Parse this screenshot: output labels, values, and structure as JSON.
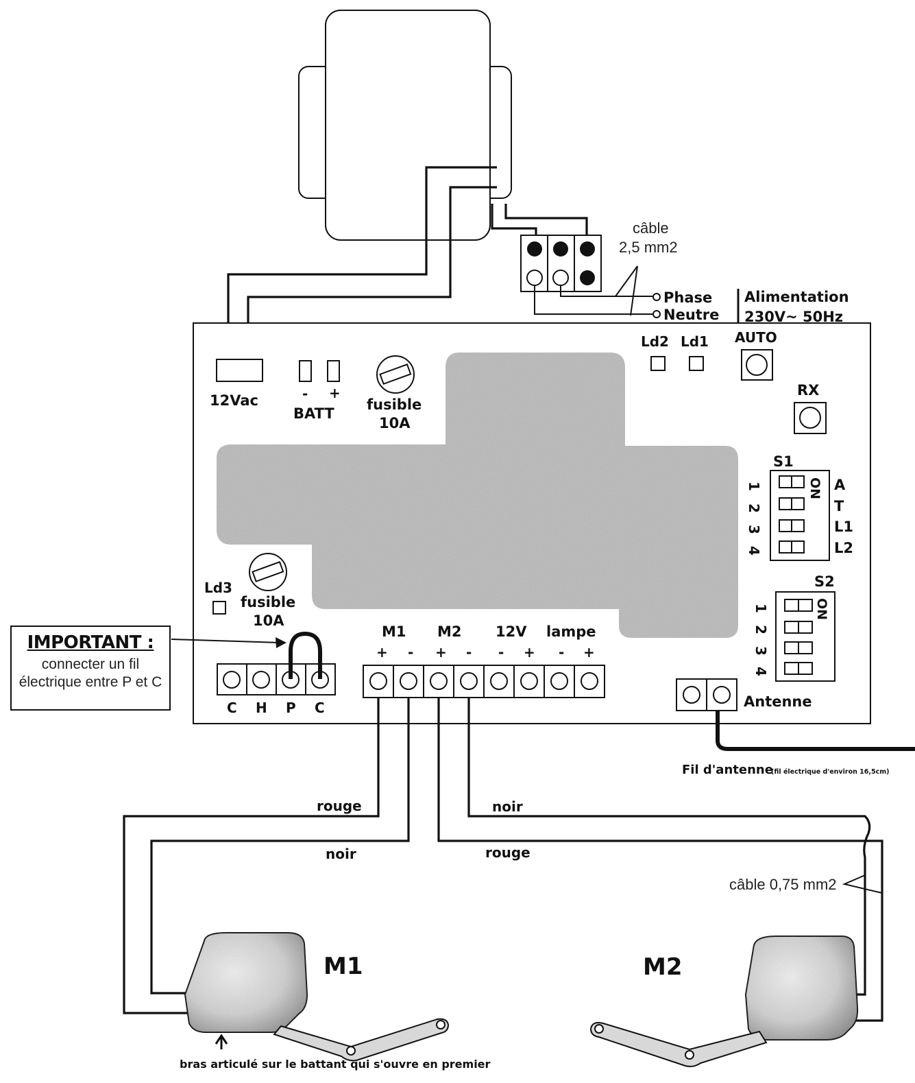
{
  "power": {
    "cable_label_line1": "câble",
    "cable_label_line2": "2,5 mm2",
    "phase": "Phase",
    "neutre": "Neutre",
    "supply_line1": "Alimentation",
    "supply_line2": "230V~ 50Hz"
  },
  "board": {
    "vac": "12Vac",
    "batt": "BATT",
    "batt_minus": "-",
    "batt_plus": "+",
    "fuse_top": "fusible",
    "fuse_top_rating": "10A",
    "fuse_bottom": "fusible",
    "fuse_bottom_rating": "10A",
    "ld1": "Ld1",
    "ld2": "Ld2",
    "ld3": "Ld3",
    "auto": "AUTO",
    "rx": "RX",
    "s1": "S1",
    "s2": "S2",
    "dip_on": "ON",
    "dip_numbers": [
      "1",
      "2",
      "3",
      "4"
    ],
    "s1_functions": [
      "A",
      "T",
      "L1",
      "L2"
    ],
    "terminal_left": [
      "C",
      "H",
      "P",
      "C"
    ],
    "terminal_groups": [
      "M1",
      "M2",
      "12V",
      "lampe"
    ],
    "terminal_polarity": [
      "+",
      "-",
      "+",
      "-",
      "-",
      "+",
      "-",
      "+"
    ],
    "antenne": "Antenne"
  },
  "important": {
    "title": "IMPORTANT :",
    "text": "connecter un fil électrique entre P et C"
  },
  "antenna_wire": {
    "label": "Fil d'antenne",
    "note": "(fil électrique d'environ 16,5cm)"
  },
  "wires": {
    "m1_red": "rouge",
    "m1_black": "noir",
    "m2_black": "noir",
    "m2_red": "rouge",
    "cable": "câble 0,75 mm2"
  },
  "motors": {
    "m1": "M1",
    "m2": "M2",
    "arm_note": "bras articulé sur le battant qui s'ouvre en premier"
  }
}
